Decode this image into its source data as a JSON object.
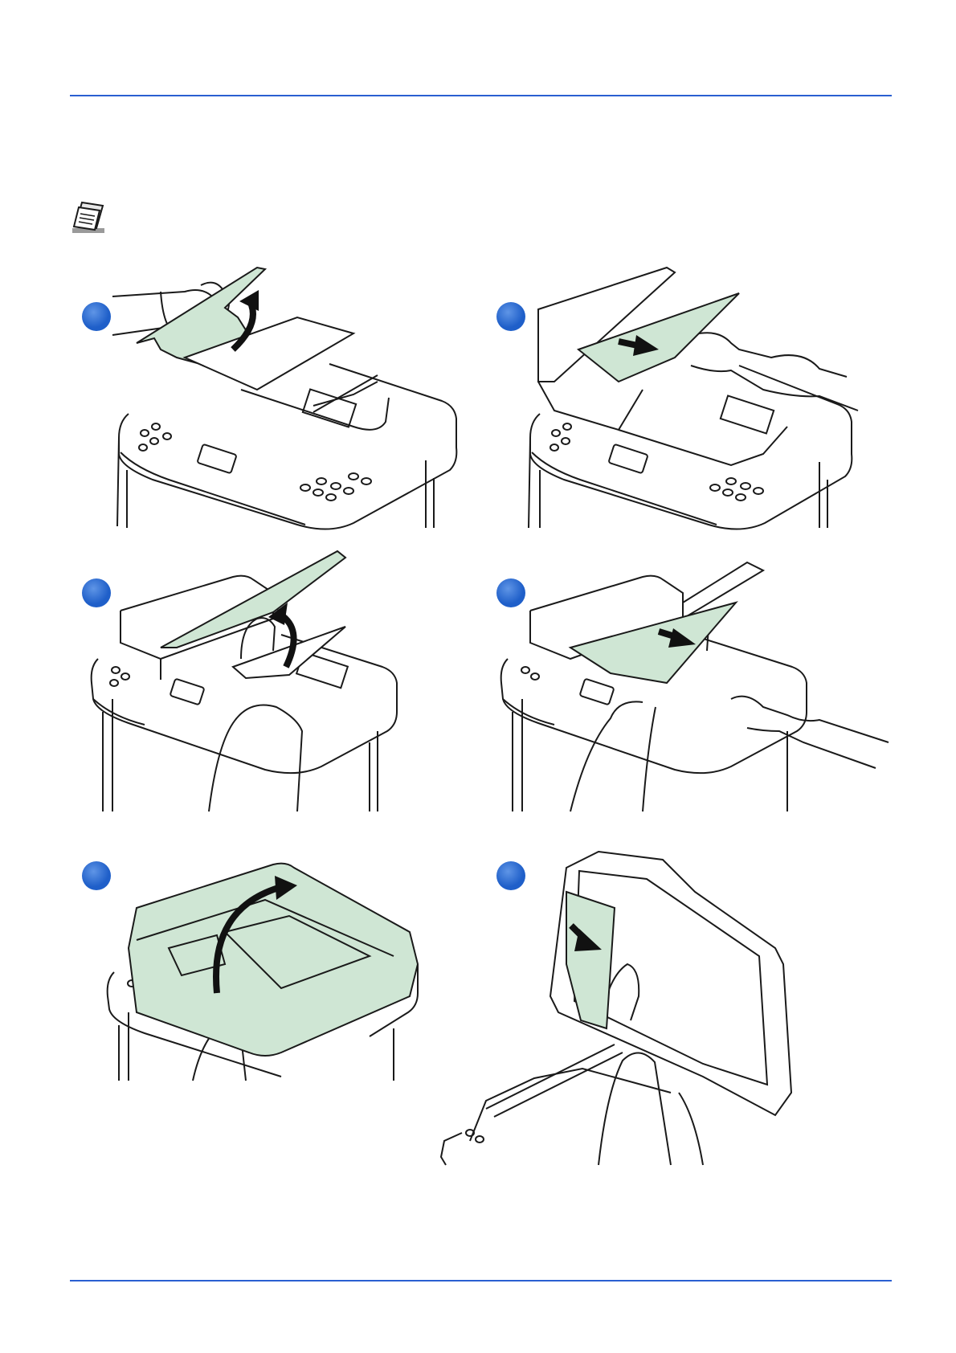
{
  "colors": {
    "rule": "#2a5fd1",
    "badge": "#1f5fc9",
    "badge_highlight": "#5f95e6",
    "paper_fill": "#cfe6d4",
    "line": "#1a1a1a",
    "arrow": "#111111"
  },
  "note": {
    "icon": "note-page-icon"
  },
  "steps": [
    {
      "icon": "step-badge",
      "illustration": "lift-document-feeder-cover"
    },
    {
      "icon": "step-badge",
      "illustration": "pull-jammed-paper-from-feeder"
    },
    {
      "icon": "step-badge",
      "illustration": "lift-document-tray"
    },
    {
      "icon": "step-badge",
      "illustration": "pull-paper-from-under-tray"
    },
    {
      "icon": "step-badge",
      "illustration": "open-document-processor"
    },
    {
      "icon": "step-badge",
      "illustration": "remove-paper-from-processor-underside"
    }
  ]
}
